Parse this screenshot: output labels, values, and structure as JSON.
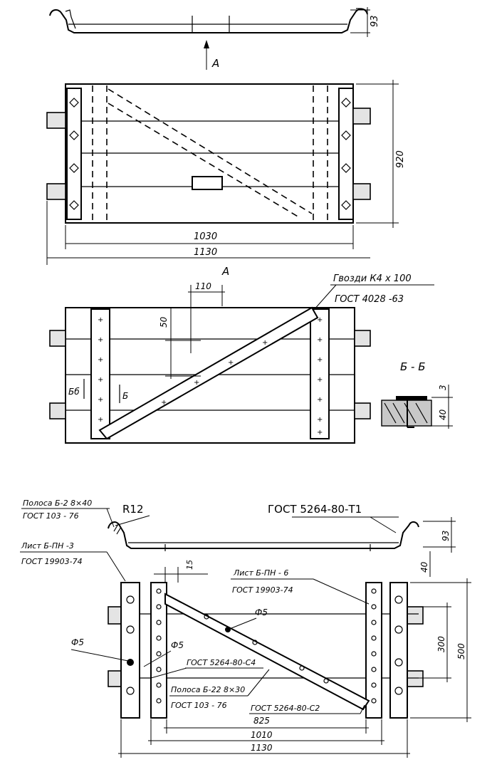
{
  "view_top": {
    "dim_height": "93",
    "arrow_label": "A"
  },
  "view_plan": {
    "dim_height": "920",
    "dim_inner": "1030",
    "dim_outer": "1130",
    "section_label": "A"
  },
  "view_third": {
    "nail_spec_line1": "Гвозди К4 х 100",
    "nail_spec_line2": "ГОСТ 4028 -63",
    "dim_110": "110",
    "dim_50": "50",
    "section_mark_left": "Бб",
    "section_mark_right": "Б"
  },
  "section_detail": {
    "title": "Б - Б",
    "dim_3": "3",
    "dim_40": "40"
  },
  "view_profile": {
    "callout_top_line1": "Полоса Б-2 8×40",
    "callout_top_line2": "ГОСТ 103 - 76",
    "radius": "R12",
    "gost_right": "ГОСТ 5264-80-Т1",
    "dim_93": "93",
    "dim_40": "40"
  },
  "view_bottom": {
    "sheet_left_line1": "Лист Б-ПН -3",
    "sheet_left_line2": "ГОСТ 19903-74",
    "sheet_right_line1": "Лист Б-ПН - 6",
    "sheet_right_line2": "ГОСТ 19903-74",
    "dim_15": "15",
    "phi5_a": "Ф5",
    "phi5_b": "Ф5",
    "phi5_c": "Ф5",
    "weld_c4": "ГОСТ 5264-80-С4",
    "strip_line1": "Полоса Б-22 8×30",
    "strip_line2": "ГОСТ 103 - 76",
    "weld_c2": "ГОСТ 5264-80-С2",
    "dim_825": "825",
    "dim_1010": "1010",
    "dim_1130": "1130",
    "dim_300": "300",
    "dim_500": "500"
  }
}
